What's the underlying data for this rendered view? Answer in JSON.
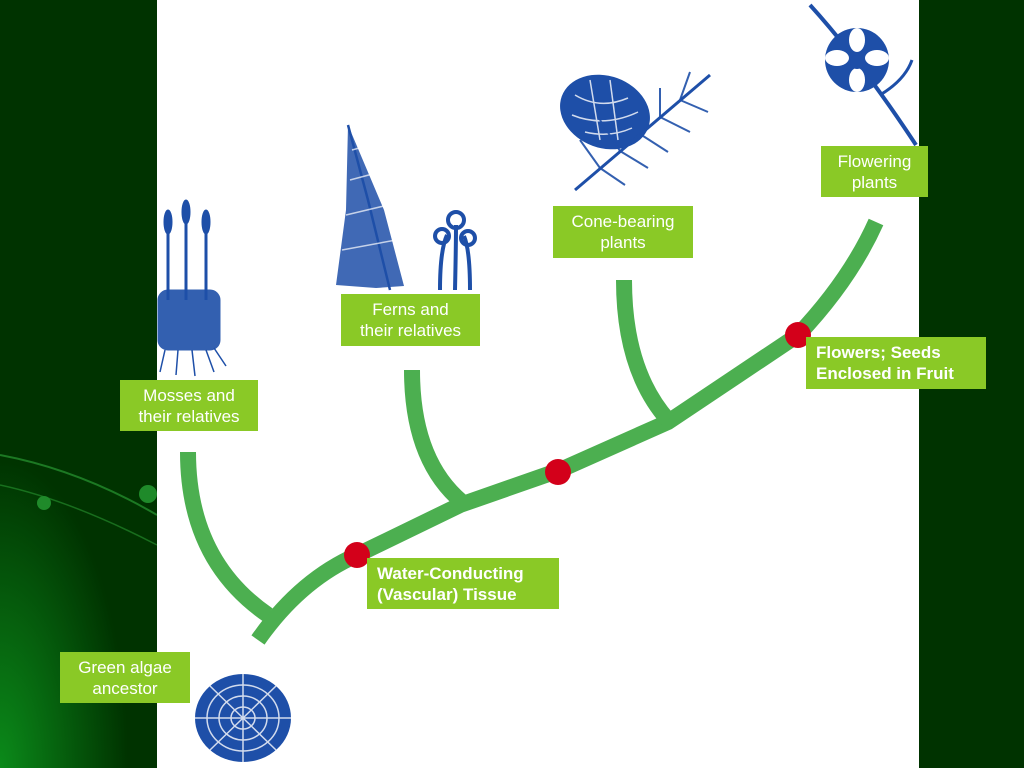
{
  "colors": {
    "background": "#003300",
    "panel": "#ffffff",
    "branch": "#4caf50",
    "node": "#d3001a",
    "label_bg": "#8ac926",
    "label_text": "#ffffff",
    "illustration": "#1e4fa8"
  },
  "root": {
    "line1": "Green algae",
    "line2": "ancestor",
    "icon": "cell-cross-section"
  },
  "groups": [
    {
      "id": "mosses",
      "line1": "Mosses and",
      "line2": "their relatives",
      "icon": "moss"
    },
    {
      "id": "ferns",
      "line1": "Ferns and",
      "line2": "their relatives",
      "icon": "fern"
    },
    {
      "id": "cone",
      "line1": "Cone-bearing",
      "line2": "plants",
      "icon": "pine-cone"
    },
    {
      "id": "flowering",
      "line1": "Flowering",
      "line2": "plants",
      "icon": "flower"
    }
  ],
  "traits": [
    {
      "id": "vascular",
      "line1": "Water-Conducting",
      "line2": "(Vascular) Tissue"
    },
    {
      "id": "flowers",
      "line1": "Flowers; Seeds",
      "line2": "Enclosed in Fruit"
    }
  ]
}
